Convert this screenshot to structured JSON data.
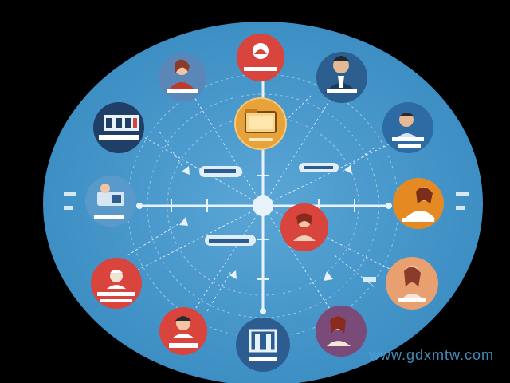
{
  "diagram": {
    "background_color": "#000000",
    "panel_color": "#3f93c8",
    "axis_color": "#e8f2fa",
    "dashed_color": "#bcd9ee",
    "hub_color": "#e8f2fa",
    "center_folder": {
      "icon": "folder-icon",
      "color": "#e8a23a"
    },
    "nodes": [
      {
        "id": "top",
        "icon": "logo-badge-icon",
        "color": "#d9443c"
      },
      {
        "id": "top-left",
        "icon": "person-portrait-icon",
        "color": "#5a86b8"
      },
      {
        "id": "top-right",
        "icon": "person-portrait-icon",
        "color": "#2c5f90"
      },
      {
        "id": "upper-left",
        "icon": "storefront-icon",
        "color": "#1f3f66"
      },
      {
        "id": "upper-right",
        "icon": "person-portrait-icon",
        "color": "#2e6aa3"
      },
      {
        "id": "mid-left",
        "icon": "worker-icon",
        "color": "#5a9acb"
      },
      {
        "id": "mid-right",
        "icon": "person-portrait-icon",
        "color": "#e58a22"
      },
      {
        "id": "inner-right",
        "icon": "person-portrait-icon",
        "color": "#d9443c"
      },
      {
        "id": "lower-left",
        "icon": "person-portrait-icon",
        "color": "#d9443c"
      },
      {
        "id": "lower-right",
        "icon": "person-portrait-icon",
        "color": "#e8a070"
      },
      {
        "id": "bottom-left",
        "icon": "person-portrait-icon",
        "color": "#d9443c"
      },
      {
        "id": "bottom",
        "icon": "door-icon",
        "color": "#2d5d90"
      },
      {
        "id": "bottom-right",
        "icon": "person-portrait-icon",
        "color": "#7a4a78"
      }
    ]
  },
  "watermark": "www.gdxmtw.com"
}
